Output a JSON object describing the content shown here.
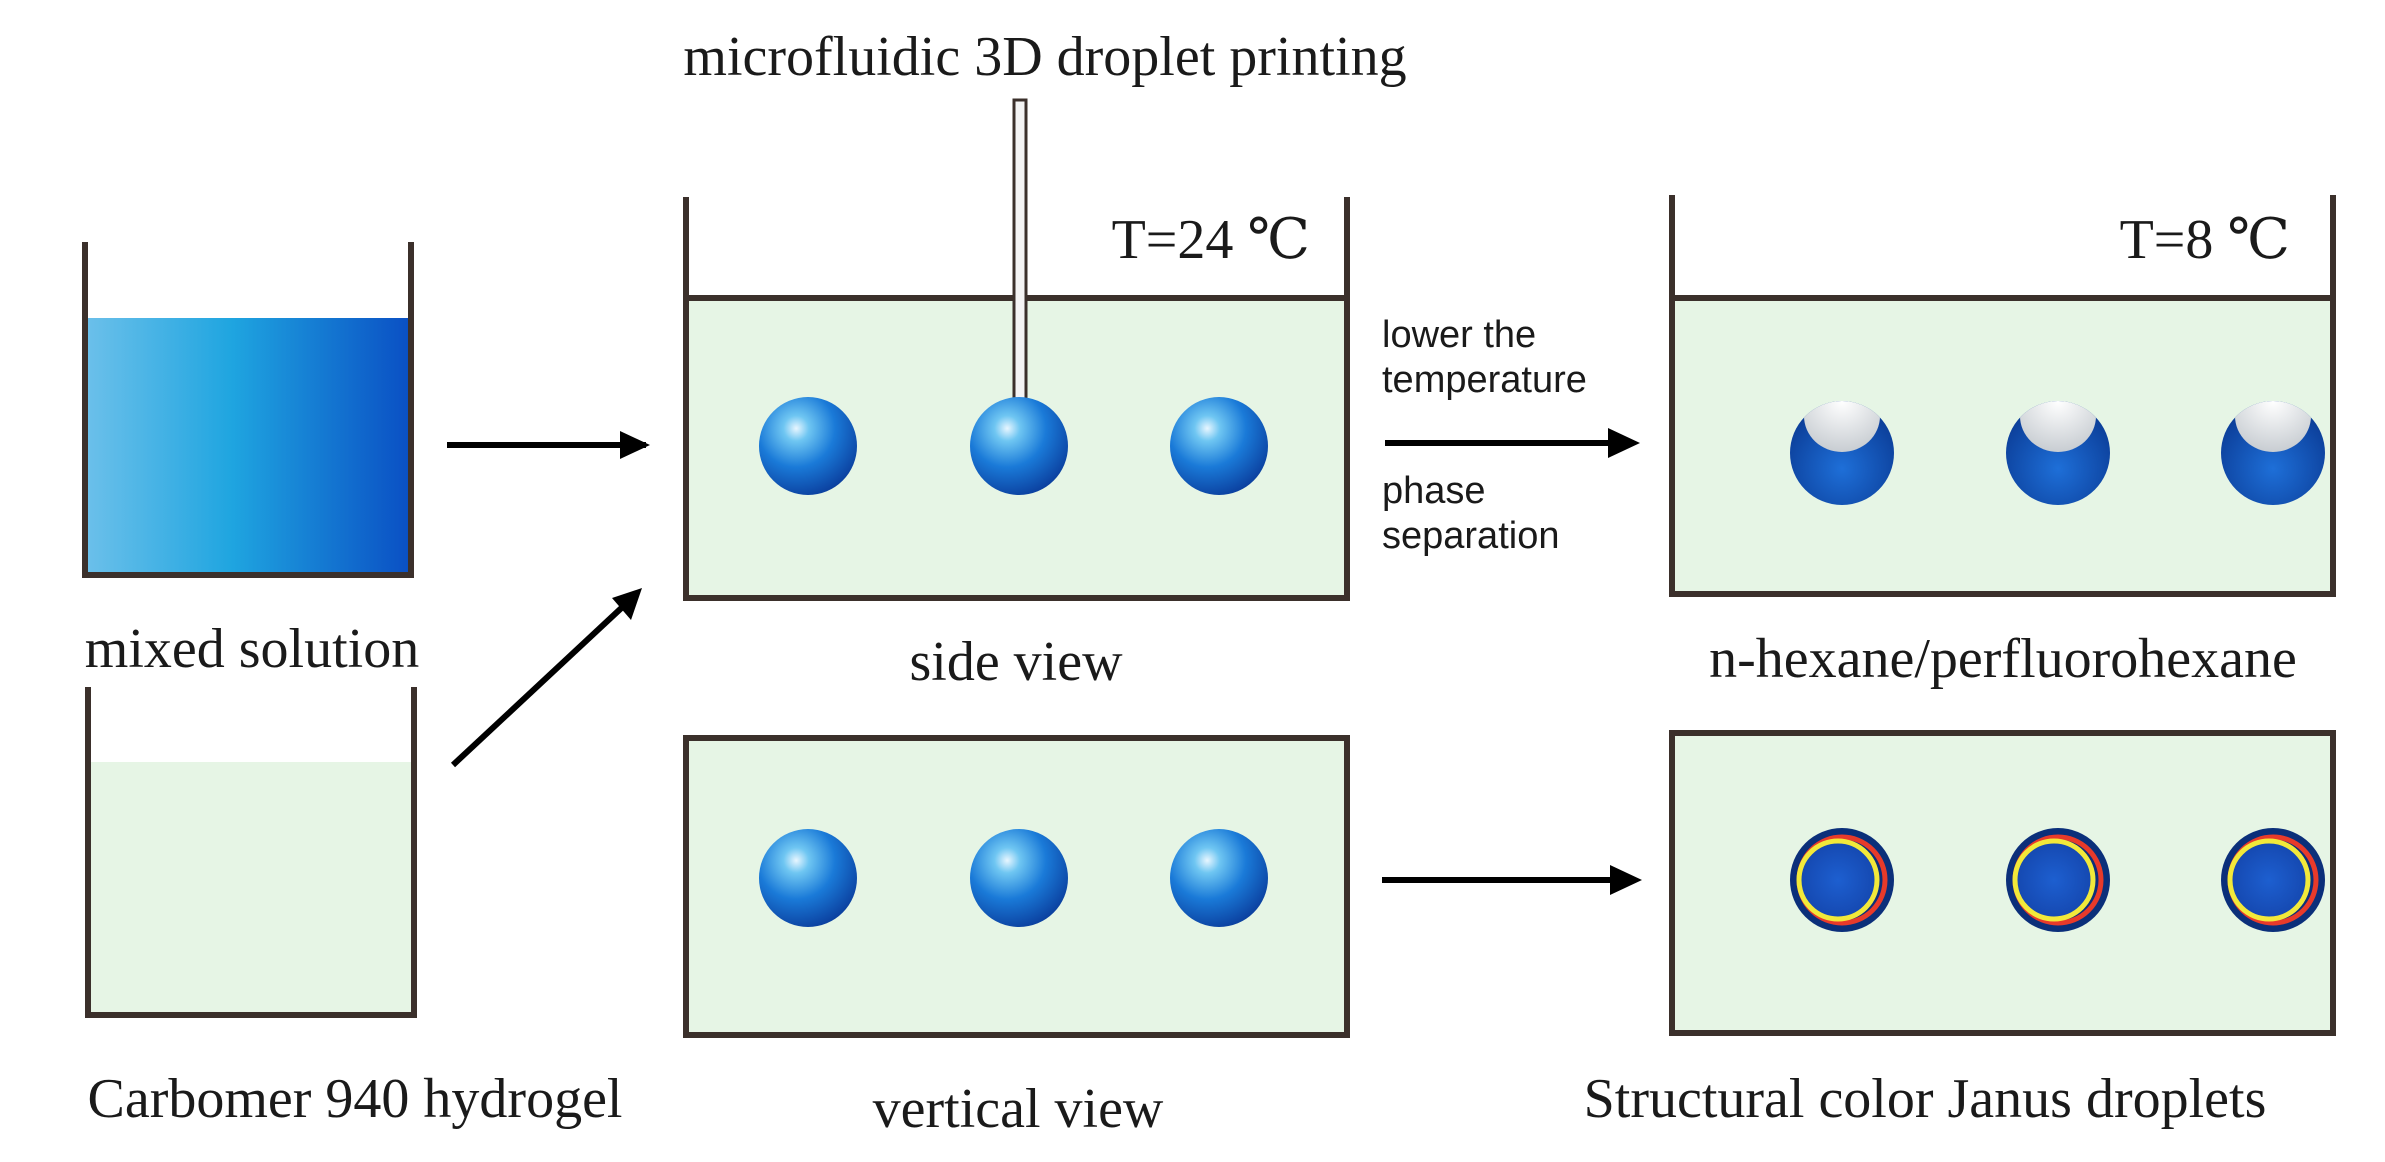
{
  "labels": {
    "printing": "microfluidic 3D droplet printing",
    "temp_hot": "T=24 ℃",
    "temp_cold": "T=8 ℃",
    "mixed_solution": "mixed solution",
    "carbomer": "Carbomer 940 hydrogel",
    "side_view": "side view",
    "vertical_view": "vertical view",
    "solvent": "n-hexane/perfluorohexane",
    "janus": "Structural color Janus droplets",
    "lower_1": "lower the",
    "lower_2": "temperature",
    "phase_1": "phase",
    "phase_2": "separation"
  },
  "colors": {
    "gel": "#e6f5e5",
    "wall": "#3b302b",
    "droplet_blue": "#1a6fd0",
    "solution_light": "#5bb8e8",
    "solution_dark": "#0a4fc4",
    "ring_yellow": "#f2e93a",
    "ring_red": "#e83a2a"
  }
}
